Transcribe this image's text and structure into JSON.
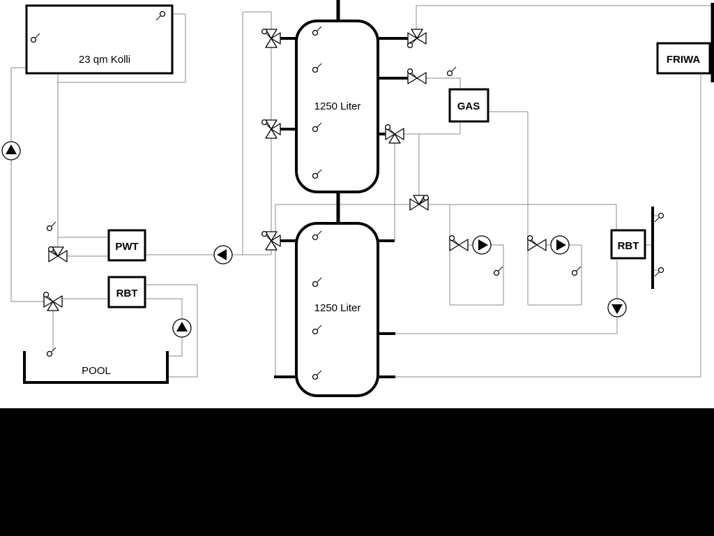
{
  "diagram": {
    "title": "hydraulic-scheme",
    "collector": {
      "label": "23 qm Kolli"
    },
    "tank_top": {
      "label": "1250 Liter"
    },
    "tank_bottom": {
      "label": "1250 Liter"
    },
    "gas_boiler": {
      "label": "GAS"
    },
    "friwa": {
      "label": "FRIWA"
    },
    "pwt": {
      "label": "PWT"
    },
    "rbt_left": {
      "label": "RBT"
    },
    "rbt_right": {
      "label": "RBT"
    },
    "pool": {
      "label": "POOL"
    },
    "colors": {
      "pipe_thin": "#8a8a8a",
      "pipe_thick": "#000000",
      "background": "#ffffff",
      "mask": "#000000"
    }
  }
}
